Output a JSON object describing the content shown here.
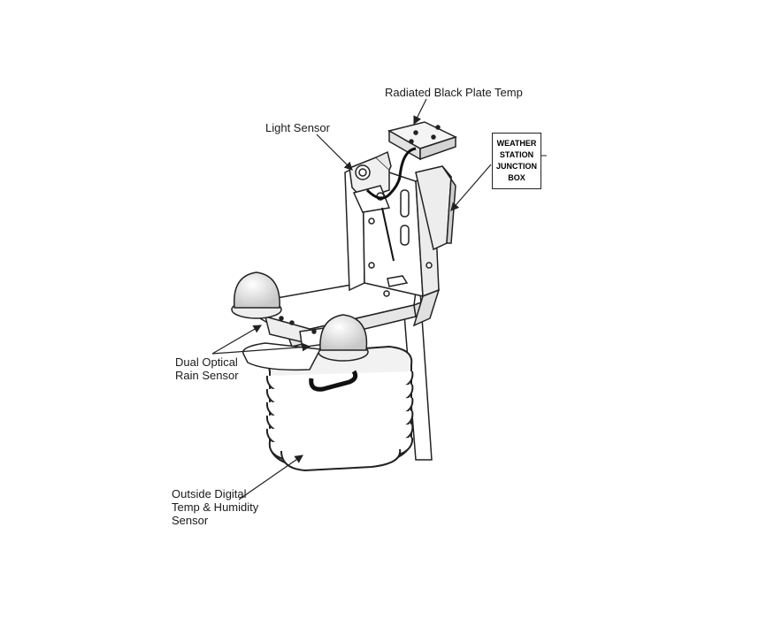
{
  "labels": {
    "black_plate": "Radiated Black Plate Temp",
    "light_sensor": "Light Sensor",
    "rain_sensor_line1": "Dual Optical",
    "rain_sensor_line2": "Rain Sensor",
    "temp_line1": "Outside Digital",
    "temp_line2": "Temp & Humidity",
    "temp_line3": "Sensor"
  },
  "junction_box": {
    "line1": "WEATHER",
    "line2": "STATION",
    "line3": "JUNCTION",
    "line4": "BOX"
  },
  "colors": {
    "line": "#222222",
    "fill": "#ffffff",
    "shade": "#d6d6d6"
  }
}
